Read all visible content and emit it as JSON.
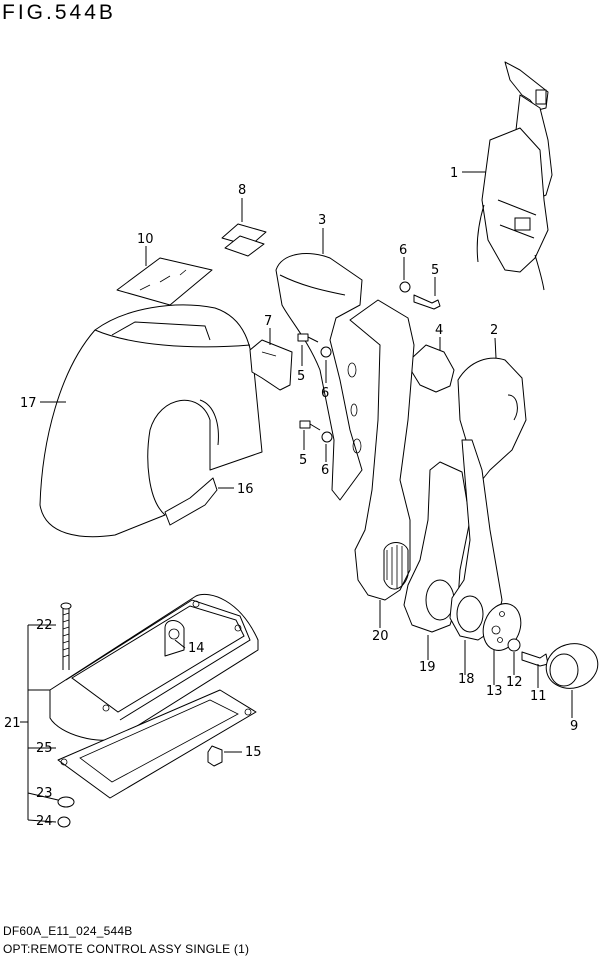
{
  "figure_title": "FIG.544B",
  "footer": {
    "code": "DF60A_E11_024_544B",
    "description": "OPT:REMOTE CONTROL ASSY SINGLE (1)"
  },
  "callouts": {
    "c1": "1",
    "c2": "2",
    "c3": "3",
    "c4": "4",
    "c5a": "5",
    "c5b": "5",
    "c5c": "5",
    "c6a": "6",
    "c6b": "6",
    "c6c": "6",
    "c7": "7",
    "c8": "8",
    "c9": "9",
    "c10": "10",
    "c11": "11",
    "c12": "12",
    "c13": "13",
    "c14": "14",
    "c15": "15",
    "c16": "16",
    "c17": "17",
    "c18": "18",
    "c19": "19",
    "c20": "20",
    "c21": "21",
    "c22": "22",
    "c23": "23",
    "c24": "24",
    "c25": "25"
  }
}
